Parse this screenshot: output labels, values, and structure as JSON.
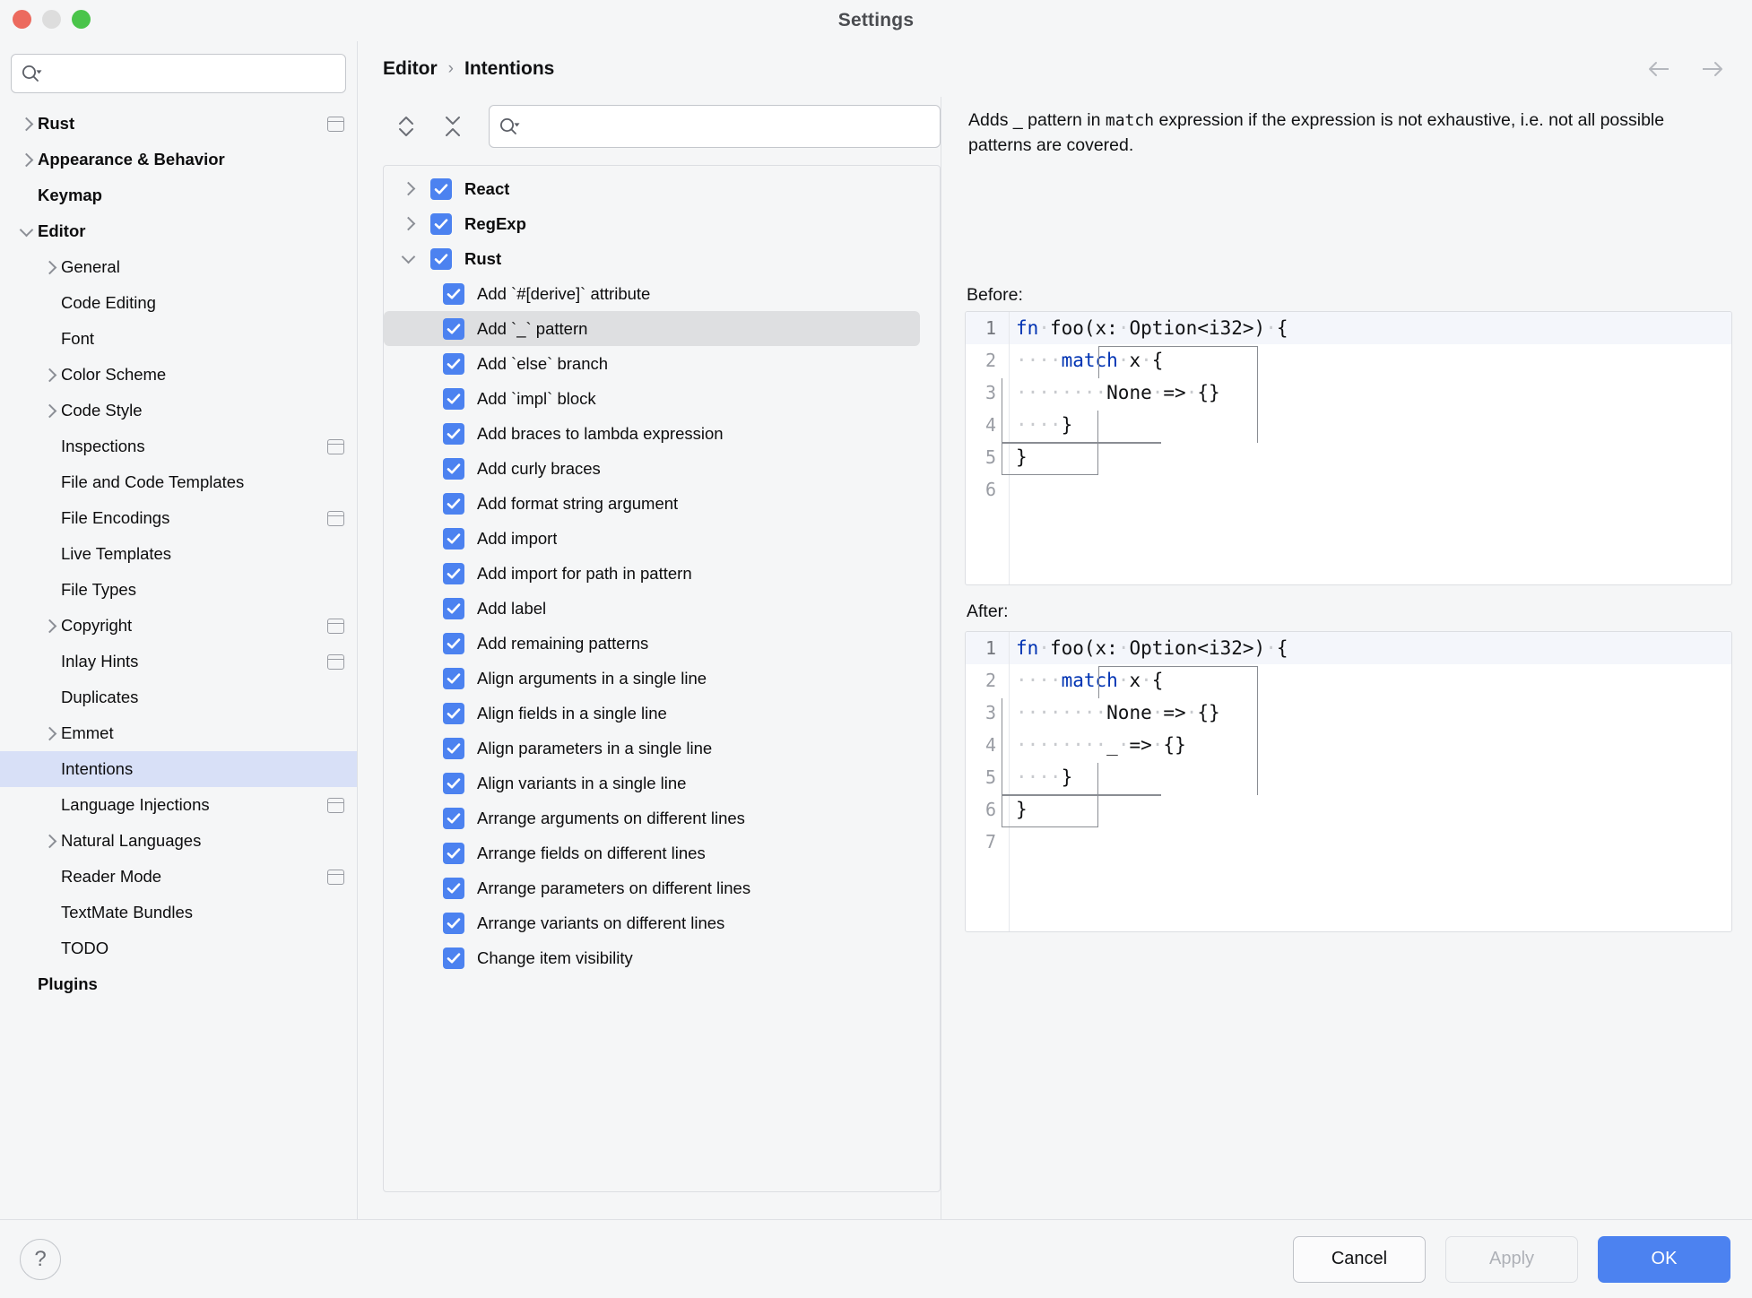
{
  "window": {
    "title": "Settings",
    "traffic_lights": [
      "close-red",
      "minimize-yellow",
      "zoom-green"
    ]
  },
  "sidebar": {
    "search": {
      "value": "",
      "placeholder": "",
      "icon": "search-icon"
    },
    "items": [
      {
        "label": "Rust",
        "level": 0,
        "bold": true,
        "arrow": "right",
        "badge": true,
        "selected": false
      },
      {
        "label": "Appearance & Behavior",
        "level": 0,
        "bold": true,
        "arrow": "right",
        "badge": false,
        "selected": false
      },
      {
        "label": "Keymap",
        "level": 0,
        "bold": true,
        "arrow": "none",
        "badge": false,
        "selected": false
      },
      {
        "label": "Editor",
        "level": 0,
        "bold": true,
        "arrow": "down",
        "badge": false,
        "selected": false
      },
      {
        "label": "General",
        "level": 1,
        "bold": false,
        "arrow": "right",
        "badge": false,
        "selected": false
      },
      {
        "label": "Code Editing",
        "level": 1,
        "bold": false,
        "arrow": "none",
        "badge": false,
        "selected": false
      },
      {
        "label": "Font",
        "level": 1,
        "bold": false,
        "arrow": "none",
        "badge": false,
        "selected": false
      },
      {
        "label": "Color Scheme",
        "level": 1,
        "bold": false,
        "arrow": "right",
        "badge": false,
        "selected": false
      },
      {
        "label": "Code Style",
        "level": 1,
        "bold": false,
        "arrow": "right",
        "badge": false,
        "selected": false
      },
      {
        "label": "Inspections",
        "level": 1,
        "bold": false,
        "arrow": "none",
        "badge": true,
        "selected": false
      },
      {
        "label": "File and Code Templates",
        "level": 1,
        "bold": false,
        "arrow": "none",
        "badge": false,
        "selected": false
      },
      {
        "label": "File Encodings",
        "level": 1,
        "bold": false,
        "arrow": "none",
        "badge": true,
        "selected": false
      },
      {
        "label": "Live Templates",
        "level": 1,
        "bold": false,
        "arrow": "none",
        "badge": false,
        "selected": false
      },
      {
        "label": "File Types",
        "level": 1,
        "bold": false,
        "arrow": "none",
        "badge": false,
        "selected": false
      },
      {
        "label": "Copyright",
        "level": 1,
        "bold": false,
        "arrow": "right",
        "badge": true,
        "selected": false
      },
      {
        "label": "Inlay Hints",
        "level": 1,
        "bold": false,
        "arrow": "none",
        "badge": true,
        "selected": false
      },
      {
        "label": "Duplicates",
        "level": 1,
        "bold": false,
        "arrow": "none",
        "badge": false,
        "selected": false
      },
      {
        "label": "Emmet",
        "level": 1,
        "bold": false,
        "arrow": "right",
        "badge": false,
        "selected": false
      },
      {
        "label": "Intentions",
        "level": 1,
        "bold": false,
        "arrow": "none",
        "badge": false,
        "selected": true
      },
      {
        "label": "Language Injections",
        "level": 1,
        "bold": false,
        "arrow": "none",
        "badge": true,
        "selected": false
      },
      {
        "label": "Natural Languages",
        "level": 1,
        "bold": false,
        "arrow": "right",
        "badge": false,
        "selected": false
      },
      {
        "label": "Reader Mode",
        "level": 1,
        "bold": false,
        "arrow": "none",
        "badge": true,
        "selected": false
      },
      {
        "label": "TextMate Bundles",
        "level": 1,
        "bold": false,
        "arrow": "none",
        "badge": false,
        "selected": false
      },
      {
        "label": "TODO",
        "level": 1,
        "bold": false,
        "arrow": "none",
        "badge": false,
        "selected": false
      },
      {
        "label": "Plugins",
        "level": 0,
        "bold": true,
        "arrow": "none",
        "badge": false,
        "selected": false
      }
    ]
  },
  "breadcrumb": {
    "parent": "Editor",
    "separator": "›",
    "current": "Intentions",
    "back_icon": "arrow-left-icon",
    "forward_icon": "arrow-right-icon"
  },
  "toolbar": {
    "expand_all_icon": "expand-all-icon",
    "collapse_all_icon": "collapse-all-icon",
    "search": {
      "value": "",
      "placeholder": "",
      "icon": "search-icon"
    }
  },
  "intentions_tree": [
    {
      "label": "React",
      "type": "group",
      "arrow": "right",
      "checked": true,
      "highlighted": false
    },
    {
      "label": "RegExp",
      "type": "group",
      "arrow": "right",
      "checked": true,
      "highlighted": false
    },
    {
      "label": "Rust",
      "type": "group",
      "arrow": "down",
      "checked": true,
      "highlighted": false
    },
    {
      "label": "Add `#[derive]` attribute",
      "type": "leaf",
      "checked": true,
      "highlighted": false
    },
    {
      "label": "Add `_` pattern",
      "type": "leaf",
      "checked": true,
      "highlighted": true
    },
    {
      "label": "Add `else` branch",
      "type": "leaf",
      "checked": true,
      "highlighted": false
    },
    {
      "label": "Add `impl` block",
      "type": "leaf",
      "checked": true,
      "highlighted": false
    },
    {
      "label": "Add braces to lambda expression",
      "type": "leaf",
      "checked": true,
      "highlighted": false
    },
    {
      "label": "Add curly braces",
      "type": "leaf",
      "checked": true,
      "highlighted": false
    },
    {
      "label": "Add format string argument",
      "type": "leaf",
      "checked": true,
      "highlighted": false
    },
    {
      "label": "Add import",
      "type": "leaf",
      "checked": true,
      "highlighted": false
    },
    {
      "label": "Add import for path in pattern",
      "type": "leaf",
      "checked": true,
      "highlighted": false
    },
    {
      "label": "Add label",
      "type": "leaf",
      "checked": true,
      "highlighted": false
    },
    {
      "label": "Add remaining patterns",
      "type": "leaf",
      "checked": true,
      "highlighted": false
    },
    {
      "label": "Align arguments in a single line",
      "type": "leaf",
      "checked": true,
      "highlighted": false
    },
    {
      "label": "Align fields in a single line",
      "type": "leaf",
      "checked": true,
      "highlighted": false
    },
    {
      "label": "Align parameters in a single line",
      "type": "leaf",
      "checked": true,
      "highlighted": false
    },
    {
      "label": "Align variants in a single line",
      "type": "leaf",
      "checked": true,
      "highlighted": false
    },
    {
      "label": "Arrange arguments on different lines",
      "type": "leaf",
      "checked": true,
      "highlighted": false
    },
    {
      "label": "Arrange fields on different lines",
      "type": "leaf",
      "checked": true,
      "highlighted": false
    },
    {
      "label": "Arrange parameters on different lines",
      "type": "leaf",
      "checked": true,
      "highlighted": false
    },
    {
      "label": "Arrange variants on different lines",
      "type": "leaf",
      "checked": true,
      "highlighted": false
    },
    {
      "label": "Change item visibility",
      "type": "leaf",
      "checked": true,
      "highlighted": false
    }
  ],
  "details": {
    "description_part1": "Adds _ pattern in ",
    "description_mono": "match",
    "description_part2": " expression if the expression is not exhaustive, i.e. not all possible patterns are covered.",
    "before_label": "Before:",
    "after_label": "After:",
    "before_code": [
      {
        "n": "1",
        "text": "fn foo(x: Option<i32>) {",
        "kw": "fn"
      },
      {
        "n": "2",
        "text": "    match x {",
        "kw": "match"
      },
      {
        "n": "3",
        "text": "        None => {}",
        "kw": ""
      },
      {
        "n": "4",
        "text": "    }",
        "kw": ""
      },
      {
        "n": "5",
        "text": "}",
        "kw": ""
      },
      {
        "n": "6",
        "text": "",
        "kw": ""
      }
    ],
    "after_code": [
      {
        "n": "1",
        "text": "fn foo(x: Option<i32>) {",
        "kw": "fn"
      },
      {
        "n": "2",
        "text": "    match x {",
        "kw": "match"
      },
      {
        "n": "3",
        "text": "        None => {}",
        "kw": ""
      },
      {
        "n": "4",
        "text": "        _ => {}",
        "kw": ""
      },
      {
        "n": "5",
        "text": "    }",
        "kw": ""
      },
      {
        "n": "6",
        "text": "}",
        "kw": ""
      },
      {
        "n": "7",
        "text": "",
        "kw": ""
      }
    ]
  },
  "footer": {
    "help_label": "?",
    "cancel_label": "Cancel",
    "apply_label": "Apply",
    "ok_label": "OK"
  },
  "colors": {
    "accent": "#4c82f0",
    "selection": "#d8e0f7",
    "row_highlight": "#dedfe1",
    "keyword": "#0033b3",
    "background": "#f5f6f7"
  }
}
